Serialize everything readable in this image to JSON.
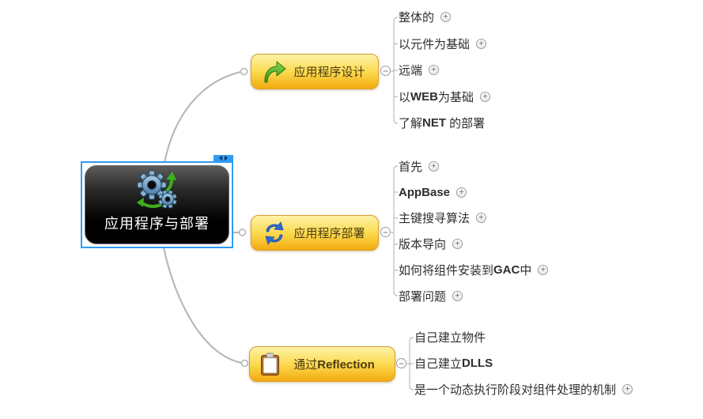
{
  "root": {
    "label": "应用程序与部署",
    "icon": "gears-refresh-icon",
    "selected": true
  },
  "colors": {
    "selection_blue": "#2f9bf2",
    "branch_gradient_top": "#fdf2a7",
    "branch_gradient_bottom": "#f3aa0e",
    "branch_border": "#dd9f30",
    "branch_text": "#4c3b10",
    "connector_gray": "#b4b4b4",
    "subtopic_text": "#2e2e2e",
    "root_bg": "#000000",
    "root_text": "#ffffff"
  },
  "branches": [
    {
      "label": {
        "pre": "应用程序设计",
        "bold": "",
        "post": ""
      },
      "icon": "green-curved-arrow-icon",
      "collapse_glyph": "−",
      "items": [
        {
          "pre": "整体的",
          "bold": "",
          "post": "",
          "expand_glyph": "+"
        },
        {
          "pre": "以元件为基础",
          "bold": "",
          "post": "",
          "expand_glyph": "+"
        },
        {
          "pre": "远端",
          "bold": "",
          "post": "",
          "expand_glyph": "+"
        },
        {
          "pre": "以",
          "bold": "WEB",
          "post": "为基础",
          "expand_glyph": "+"
        },
        {
          "pre": "了解",
          "bold": "NET",
          "post": " 的部署",
          "expand_glyph": ""
        }
      ]
    },
    {
      "label": {
        "pre": "应用程序部署",
        "bold": "",
        "post": ""
      },
      "icon": "blue-sync-arrows-icon",
      "collapse_glyph": "−",
      "items": [
        {
          "pre": "首先",
          "bold": "",
          "post": "",
          "expand_glyph": "+"
        },
        {
          "pre": "",
          "bold": "AppBase",
          "post": "",
          "expand_glyph": "+"
        },
        {
          "pre": "主键搜寻算法",
          "bold": "",
          "post": "",
          "expand_glyph": "+"
        },
        {
          "pre": "版本导向",
          "bold": "",
          "post": "",
          "expand_glyph": "+"
        },
        {
          "pre": "如何将组件安装到",
          "bold": "GAC",
          "post": "中",
          "expand_glyph": "+"
        },
        {
          "pre": "部署问题",
          "bold": "",
          "post": "",
          "expand_glyph": "+"
        }
      ]
    },
    {
      "label": {
        "pre": "通过",
        "bold": "Reflection",
        "post": ""
      },
      "icon": "clipboard-icon",
      "collapse_glyph": "−",
      "items": [
        {
          "pre": "自己建立物件",
          "bold": "",
          "post": "",
          "expand_glyph": ""
        },
        {
          "pre": "自己建立",
          "bold": "DLLS",
          "post": "",
          "expand_glyph": ""
        },
        {
          "pre": "是一个动态执行阶段对组件处理的机制",
          "bold": "",
          "post": "",
          "expand_glyph": "+"
        }
      ]
    }
  ]
}
